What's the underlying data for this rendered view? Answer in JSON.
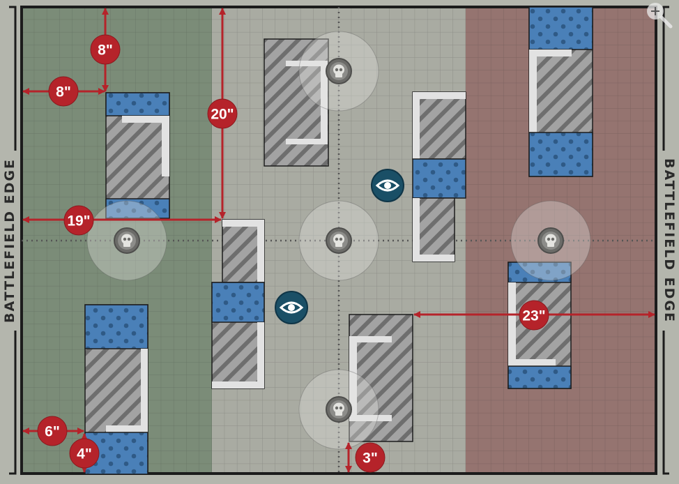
{
  "map": {
    "left_edge_label": "BATTLEFIELD EDGE",
    "right_edge_label": "BATTLEFIELD EDGE",
    "zones": {
      "left_color": "#7b8c78",
      "center_color": "#a9aba2",
      "right_color": "#957470"
    },
    "measurements": [
      "8\"",
      "8\"",
      "20\"",
      "19\"",
      "23\"",
      "6\"",
      "4\"",
      "3\""
    ],
    "objective_icon": "skull-icon",
    "spotter_icon": "eye-icon",
    "accent_color": "#b5232a",
    "zoom_icon": "zoom-in-icon"
  }
}
